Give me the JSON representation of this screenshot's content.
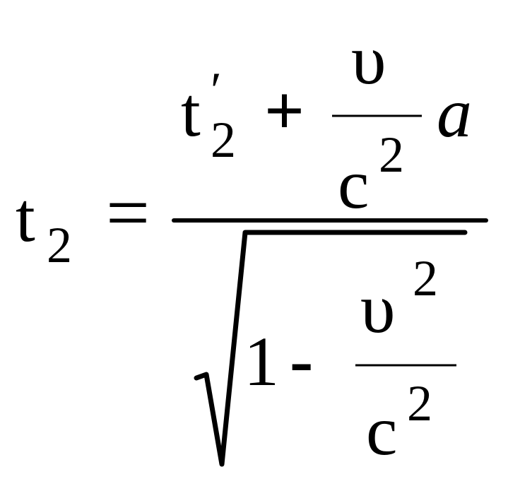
{
  "formula": {
    "lhs": {
      "base": "t",
      "subscript": "2"
    },
    "equals": "=",
    "numerator": {
      "term_base": "t",
      "term_prime": "′",
      "term_subscript": "2",
      "plus": "+",
      "frac_num": "υ",
      "frac_den_base": "c",
      "frac_den_exp": "2",
      "factor": "a"
    },
    "denominator": {
      "one": "1",
      "minus": "-",
      "frac_num_base": "υ",
      "frac_num_exp": "2",
      "frac_den_base": "c",
      "frac_den_exp": "2"
    }
  }
}
